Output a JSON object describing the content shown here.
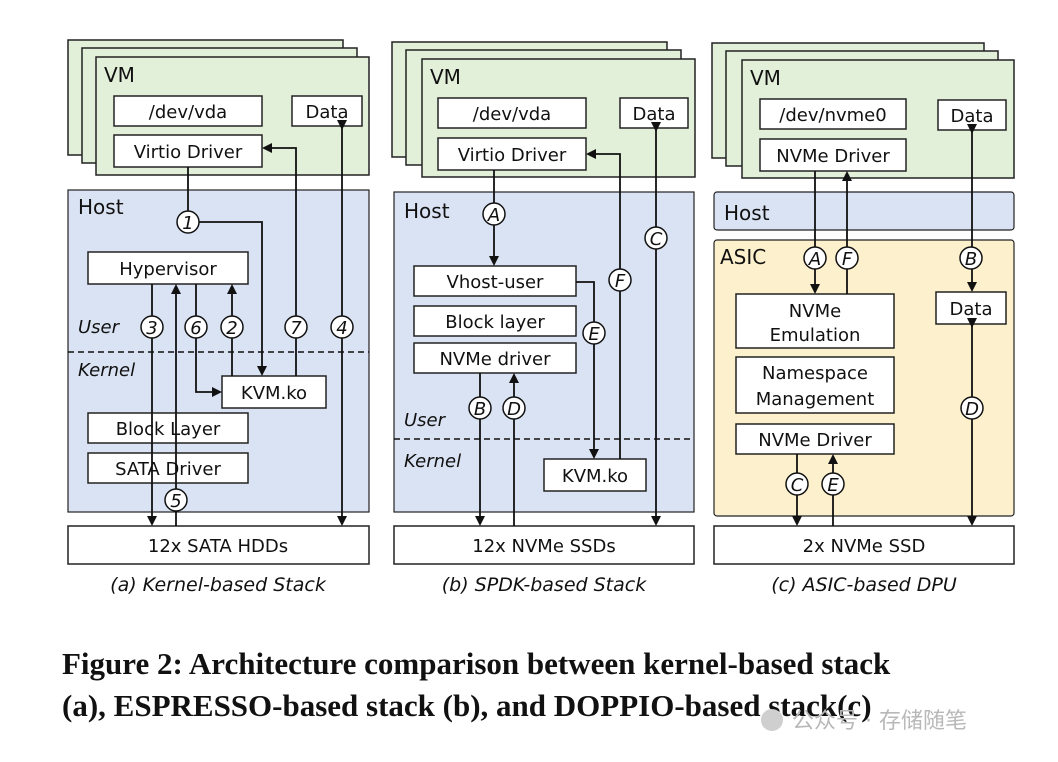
{
  "panels": [
    {
      "caption": "(a) Kernel-based Stack",
      "vm": "VM",
      "host": "Host",
      "dev": "/dev/vda",
      "data": "Data",
      "driver": "Virtio Driver",
      "hypervisor": "Hypervisor",
      "user": "User",
      "kernel": "Kernel",
      "kvm": "KVM.ko",
      "block": "Block Layer",
      "sata": "SATA Driver",
      "storage": "12x SATA HDDs",
      "steps": [
        "1",
        "2",
        "3",
        "4",
        "5",
        "6",
        "7"
      ]
    },
    {
      "caption": "(b) SPDK-based Stack",
      "vm": "VM",
      "host": "Host",
      "dev": "/dev/vda",
      "data": "Data",
      "driver": "Virtio Driver",
      "vhost": "Vhost-user",
      "block": "Block layer",
      "nvme": "NVMe driver",
      "user": "User",
      "kernel": "Kernel",
      "kvm": "KVM.ko",
      "storage": "12x NVMe SSDs",
      "steps": [
        "A",
        "B",
        "C",
        "D",
        "E",
        "F"
      ]
    },
    {
      "caption": "(c) ASIC-based DPU",
      "vm": "VM",
      "host": "Host",
      "asic": "ASIC",
      "dev": "/dev/nvme0",
      "data": "Data",
      "driver": "NVMe Driver",
      "emul_1": "NVMe",
      "emul_2": "Emulation",
      "ns_1": "Namespace",
      "ns_2": "Management",
      "asic_data": "Data",
      "nvme_driver": "NVMe Driver",
      "storage": "2x NVMe SSD",
      "steps": [
        "A",
        "B",
        "C",
        "D",
        "E",
        "F"
      ]
    }
  ],
  "figure_caption_line1": "Figure 2:  Architecture comparison between kernel-based stack",
  "figure_caption_line2": "(a), ESPRESSO-based stack (b), and DOPPIO-based stack(c)",
  "watermark": "公众号 · 存储随笔"
}
